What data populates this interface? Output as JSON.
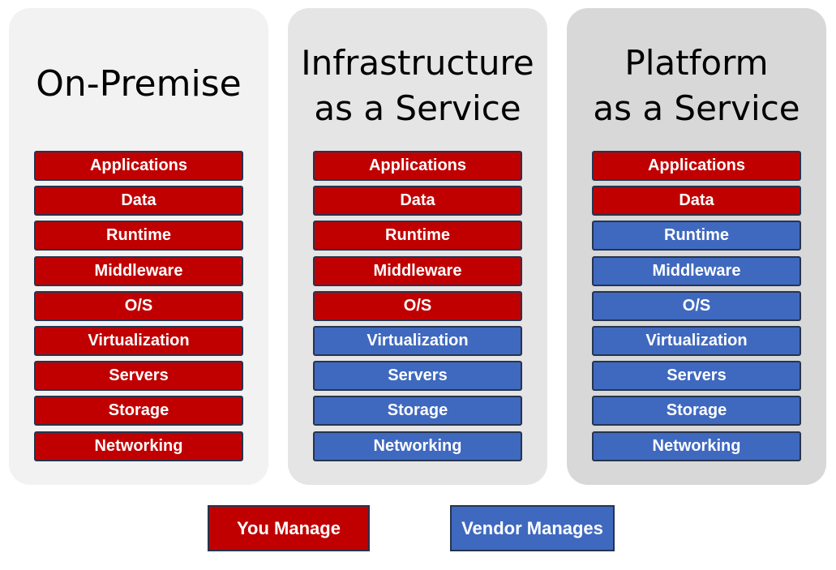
{
  "colors": {
    "you_manage": "#c00000",
    "vendor_manages": "#3f69bf",
    "panel_backgrounds": [
      "#f2f2f2",
      "#e6e5e5",
      "#d8d8d8"
    ]
  },
  "columns": [
    {
      "title": [
        "On-Premise"
      ],
      "layers": [
        {
          "label": "Applications",
          "managed_by": "you"
        },
        {
          "label": "Data",
          "managed_by": "you"
        },
        {
          "label": "Runtime",
          "managed_by": "you"
        },
        {
          "label": "Middleware",
          "managed_by": "you"
        },
        {
          "label": "O/S",
          "managed_by": "you"
        },
        {
          "label": "Virtualization",
          "managed_by": "you"
        },
        {
          "label": "Servers",
          "managed_by": "you"
        },
        {
          "label": "Storage",
          "managed_by": "you"
        },
        {
          "label": "Networking",
          "managed_by": "you"
        }
      ]
    },
    {
      "title": [
        "Infrastructure",
        "as a Service"
      ],
      "layers": [
        {
          "label": "Applications",
          "managed_by": "you"
        },
        {
          "label": "Data",
          "managed_by": "you"
        },
        {
          "label": "Runtime",
          "managed_by": "you"
        },
        {
          "label": "Middleware",
          "managed_by": "you"
        },
        {
          "label": "O/S",
          "managed_by": "you"
        },
        {
          "label": "Virtualization",
          "managed_by": "vendor"
        },
        {
          "label": "Servers",
          "managed_by": "vendor"
        },
        {
          "label": "Storage",
          "managed_by": "vendor"
        },
        {
          "label": "Networking",
          "managed_by": "vendor"
        }
      ]
    },
    {
      "title": [
        "Platform",
        "as a Service"
      ],
      "layers": [
        {
          "label": "Applications",
          "managed_by": "you"
        },
        {
          "label": "Data",
          "managed_by": "you"
        },
        {
          "label": "Runtime",
          "managed_by": "vendor"
        },
        {
          "label": "Middleware",
          "managed_by": "vendor"
        },
        {
          "label": "O/S",
          "managed_by": "vendor"
        },
        {
          "label": "Virtualization",
          "managed_by": "vendor"
        },
        {
          "label": "Servers",
          "managed_by": "vendor"
        },
        {
          "label": "Storage",
          "managed_by": "vendor"
        },
        {
          "label": "Networking",
          "managed_by": "vendor"
        }
      ]
    }
  ],
  "legend": {
    "you_manage": "You Manage",
    "vendor_manages": "Vendor Manages"
  }
}
